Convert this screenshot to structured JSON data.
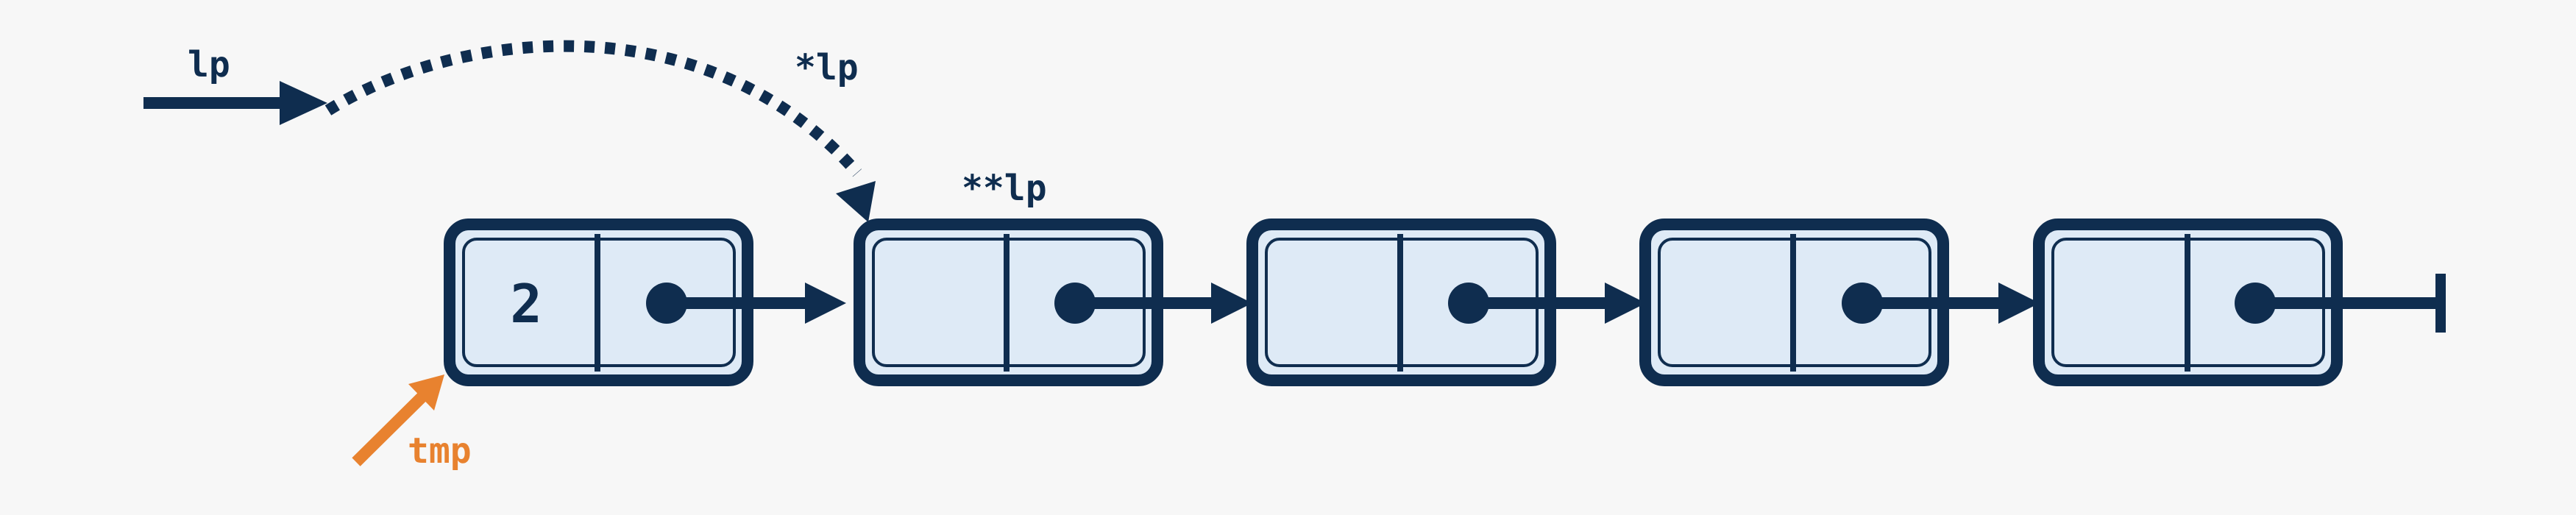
{
  "colors": {
    "background": "#f7f7f7",
    "node_fill": "#deeaf6",
    "node_stroke": "#0f2d4f",
    "arrow": "#0f2d4f",
    "tmp_arrow": "#e8822f"
  },
  "pointers": {
    "lp": "lp",
    "deref_lp": "*lp",
    "double_deref_lp": "**lp",
    "tmp": "tmp"
  },
  "nodes": [
    {
      "value": "2"
    },
    {
      "value": ""
    },
    {
      "value": ""
    },
    {
      "value": ""
    },
    {
      "value": ""
    }
  ],
  "list_end": "null-terminator"
}
